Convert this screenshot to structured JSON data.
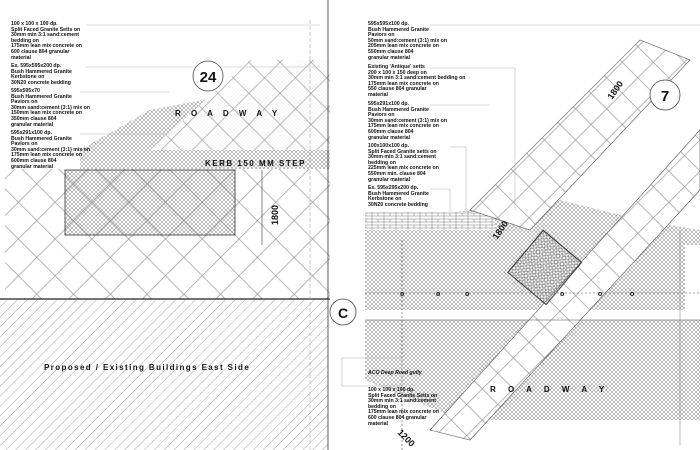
{
  "sheet_left": {
    "detail_number": "24",
    "notes": [
      "100 x 100 x 100 dp.\nSplit Faced Granite Setts on\n30mm min 3:1 sand:cement\nbedding on\n175mm lean mix concrete on\n600 clause 804 granular\nmaterial",
      "Ex. 595x595x200 dp.\nBush Hammered Granite\nKerbstone on\n30N20 concrete bedding",
      "595x595x70\nBush Hammered Granite\nPaviors on\n30mm sand:cement (3:1) mix on\n150mm lean mix concrete on\n350mm  clause 804\ngranular material",
      "595x291x100 dp.\nBush Hammered Granite\nPaviors on\n30mm  sand:cement (3:1) mix on\n175mm lean mix concrete on\n600mm clause 804\ngranular material"
    ],
    "roadway_label": "R O A D W A Y",
    "kerb_label": "KERB 150 MM STEP",
    "dimension": "1800",
    "buildings_label": "Proposed / Existing Buildings East Side"
  },
  "section_marker": "C",
  "sheet_right": {
    "detail_number": "7",
    "notes": [
      "595x595x100 dp.\nBush Hammered Granite\nPaviors on\n50mm sand:cement (3:1) mix on\n205mm lean mix concrete on\n550mm clause 804\ngranular material",
      "Existing 'Antique' setts\n200 x 100 x 150 deep on\n30mm min 3:1 sand:cement bedding on\n175mm lean mix concrete on\n550 clause 804 granular\nmaterial",
      "595x291x100 dp.\nBush Hammered Granite\nPaviors on\n30mm sand:cement (3:1) mix on\n175mm lean mix concrete on\n600mm clause 804\ngranular material",
      "100x100x100 dp.\nSplit Faced Granite setts on\n30mm min 3:1 sand:cement\nbedding on\n225mm lean mix concrete on\n550mm min. clause 804\ngranular material",
      "Ex. 595x295x200 dp.\nBush Hammered Granite\nKerbstone on\n30N20 concrete bedding"
    ],
    "gully_label": "ACO Deep  Road gully",
    "bottom_note": "100 x 100 x 100 dp.\nSplit Faced Granite Setts on\n30mm min 3:1 sand:cement\nbedding on\n175mm lean mix concrete on\n600 clause 804 granular\nmaterial",
    "dimension_top": "1800",
    "dimension_mid": "1800",
    "dimension_bottom": "1200",
    "roadway_label": "R O A D W A Y",
    "marker_glyph": "o"
  }
}
